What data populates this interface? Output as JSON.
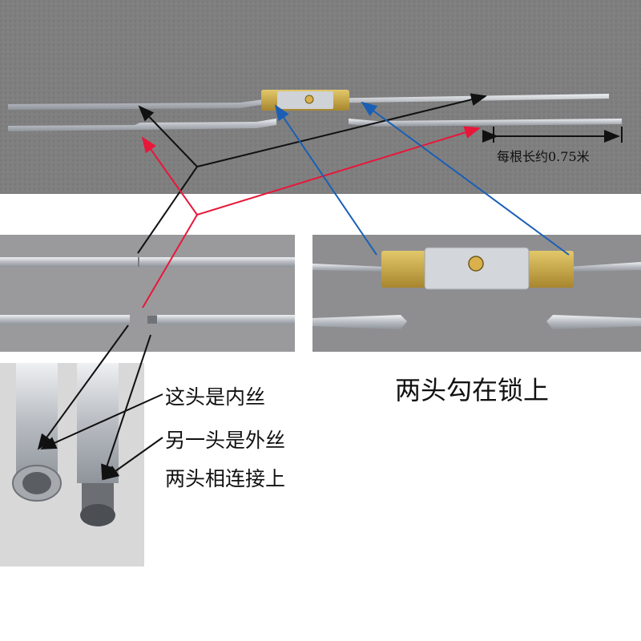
{
  "labels": {
    "length": "每根长约0.75米",
    "lock_caption": "两头勾在锁上",
    "notes": [
      "这头是内丝",
      "另一头是外丝",
      "两头相连接上"
    ]
  },
  "colors": {
    "pavement": "#7f7f80",
    "rod": "#c9ccd0",
    "lock_plate": "#c9a94c",
    "arrow_black": "#111111",
    "arrow_red": "#e8173a",
    "arrow_blue": "#1a5fb4"
  }
}
